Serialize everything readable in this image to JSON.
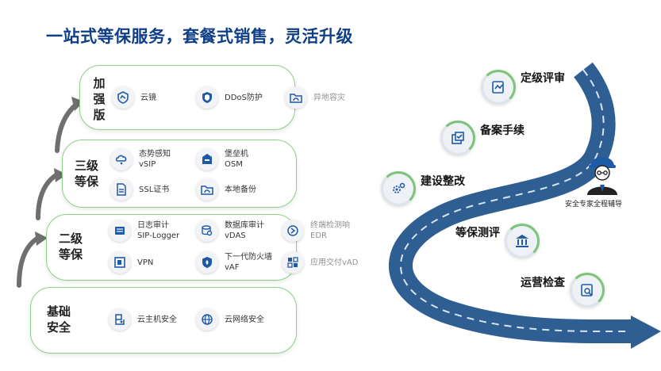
{
  "title": "一站式等保服务，套餐式销售，灵活升级",
  "tiers": {
    "enhanced": {
      "label": "加强版",
      "items": [
        {
          "icon": "cloud-mirror-icon",
          "line1": "云镜",
          "line2": ""
        },
        {
          "icon": "ddos-shield-icon",
          "line1": "DDoS防护",
          "line2": ""
        },
        {
          "icon": "remote-backup-icon",
          "line1": "异地容灾",
          "line2": ""
        }
      ]
    },
    "level3": {
      "label1": "三级",
      "label2": "等保",
      "items": [
        {
          "icon": "situation-awareness-icon",
          "line1": "态势感知",
          "line2": "vSIP"
        },
        {
          "icon": "bastion-host-icon",
          "line1": "堡垒机",
          "line2": "OSM"
        },
        {
          "icon": "ssl-certificate-icon",
          "line1": "SSL证书",
          "line2": ""
        },
        {
          "icon": "local-backup-icon",
          "line1": "本地备份",
          "line2": ""
        }
      ]
    },
    "level2": {
      "label1": "二级",
      "label2": "等保",
      "items": [
        {
          "icon": "log-audit-icon",
          "line1": "日志审计",
          "line2": "SIP-Logger"
        },
        {
          "icon": "database-audit-icon",
          "line1": "数据库审计",
          "line2": "vDAS"
        },
        {
          "icon": "edr-icon",
          "line1": "终端检测响",
          "line2": "EDR"
        },
        {
          "icon": "vpn-icon",
          "line1": "VPN",
          "line2": ""
        },
        {
          "icon": "firewall-icon",
          "line1": "下一代防火墙",
          "line2": "vAF"
        },
        {
          "icon": "app-delivery-icon",
          "line1": "应用交付vAD",
          "line2": ""
        }
      ]
    },
    "basic": {
      "label1": "基础",
      "label2": "安全",
      "items": [
        {
          "icon": "host-security-icon",
          "line1": "云主机安全",
          "line2": ""
        },
        {
          "icon": "network-security-icon",
          "line1": "云网络安全",
          "line2": ""
        }
      ]
    }
  },
  "steps": [
    {
      "icon": "grading-review-icon",
      "label": "定级评审"
    },
    {
      "icon": "filing-icon",
      "label": "备案手续"
    },
    {
      "icon": "rectification-icon",
      "label": "建设整改"
    },
    {
      "icon": "assessment-icon",
      "label": "等保测评"
    },
    {
      "icon": "operation-check-icon",
      "label": "运营检查"
    }
  ],
  "expert_label": "安全专家全程辅导",
  "colors": {
    "title": "#0f3f86",
    "tier_border": "#8ed08a",
    "road": "#2f5f92",
    "icon_blue": "#1f5aa6"
  }
}
